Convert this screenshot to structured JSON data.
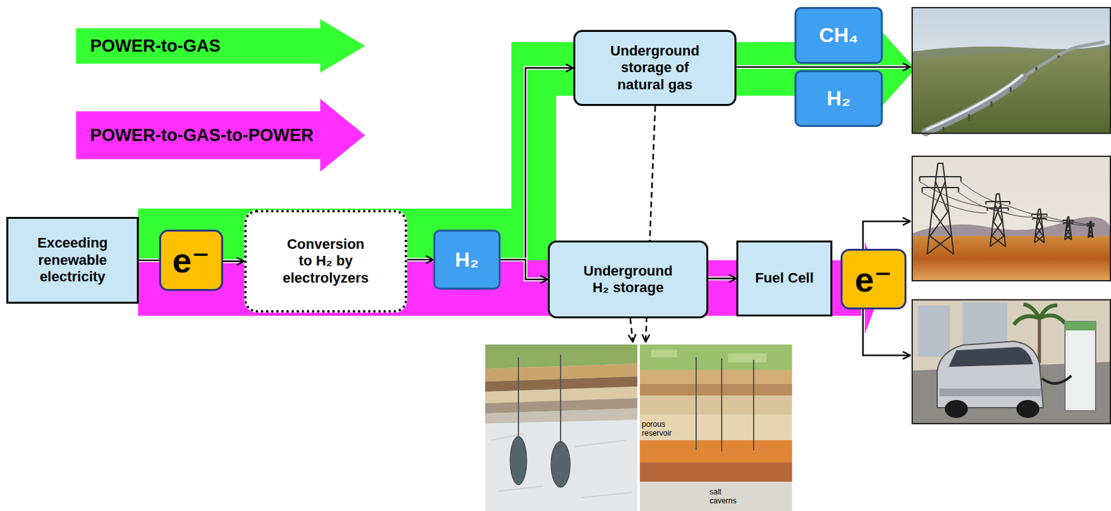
{
  "diagram": {
    "nodes": [
      {
        "text": [
          "POWER-to-GAS"
        ]
      },
      {
        "text": [
          "POWER-to-GAS-to-POWER"
        ]
      },
      {
        "text": [
          "Underground storage of natural gas"
        ]
      },
      {
        "text": [
          "CH₄"
        ]
      },
      {
        "text": [
          "H₂"
        ]
      },
      {
        "text": [
          "Exceeding renewable electricity"
        ]
      },
      {
        "text": [
          "e⁻"
        ]
      },
      {
        "text": [
          "Conversion to H₂ by electrolyzers"
        ]
      },
      {
        "text": [
          "H₂"
        ]
      },
      {
        "text": [
          "Underground H₂ storage"
        ]
      },
      {
        "text": [
          "Fuel Cell"
        ]
      },
      {
        "text": [
          "e⁻"
        ]
      }
    ],
    "edges": [
      {
        "from": 5,
        "to": 6,
        "arrow": "none"
      },
      {
        "from": 6,
        "to": 7,
        "arrow": "to"
      },
      {
        "from": 7,
        "to": 8,
        "arrow": "to"
      },
      {
        "from": 8,
        "to": 2,
        "arrow": "to"
      },
      {
        "from": 8,
        "to": 9,
        "arrow": "to"
      },
      {
        "from": 9,
        "to": 10,
        "arrow": "to"
      }
    ],
    "labels": [
      "porous reservoir",
      "salt caverns"
    ]
  }
}
